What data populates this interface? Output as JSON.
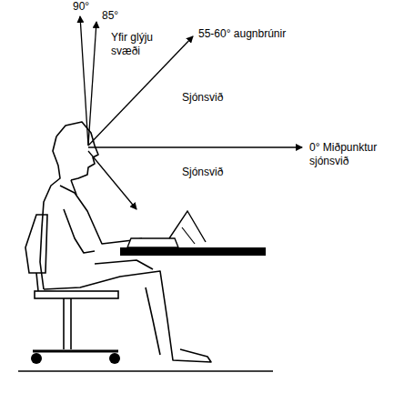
{
  "diagram": {
    "labels": [
      "90°",
      "85°",
      "Yfir glýju svæði",
      "55-60° augnbrúnir",
      "Sjónsvið",
      "Sjónsvið",
      "0° Miðpunktur sjónsvið"
    ]
  }
}
